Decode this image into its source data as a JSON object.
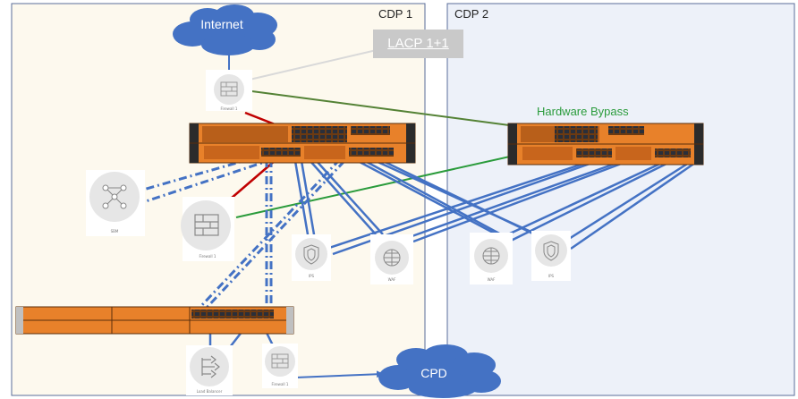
{
  "zones": {
    "cdp1_label": "CDP 1",
    "cdp2_label": "CDP 2"
  },
  "clouds": {
    "internet": "Internet",
    "cpd": "CPD"
  },
  "annotations": {
    "lacp": "LACP 1+1",
    "hardware_bypass": "Hardware Bypass"
  },
  "nodes": {
    "top_firewall": "Firewall 1",
    "sbm": "SBM",
    "firewall_large": "Firewall 1",
    "ips": "IPS",
    "waf": "WAF",
    "waf_cdp2": "WAF",
    "ips_cdp2": "IPS",
    "load_balancer": "Load Balancer",
    "bottom_firewall": "Firewall 1"
  },
  "colors": {
    "cdp1_bg": "#fdf9ee",
    "cdp2_bg": "#edf1f9",
    "cloud": "#4472c4",
    "link_blue": "#4472c4",
    "link_red": "#c00000",
    "link_green": "#2a9b3b",
    "link_olive": "#548235",
    "appliance_orange": "#e8812a"
  }
}
